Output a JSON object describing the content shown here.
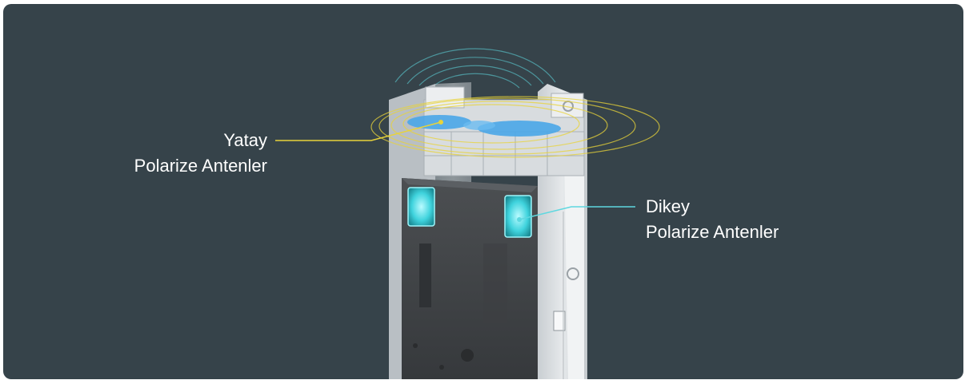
{
  "labels": {
    "horizontal": {
      "line1": "Yatay",
      "line2": "Polarize Antenler"
    },
    "vertical": {
      "line1": "Dikey",
      "line2": "Polarize Antenler"
    }
  },
  "colors": {
    "background": "#36434a",
    "horizontal_accent": "#e8d33a",
    "vertical_accent": "#5fd8e0",
    "antenna_blue": "#4aa6e8",
    "housing": "#dcdfe2"
  }
}
